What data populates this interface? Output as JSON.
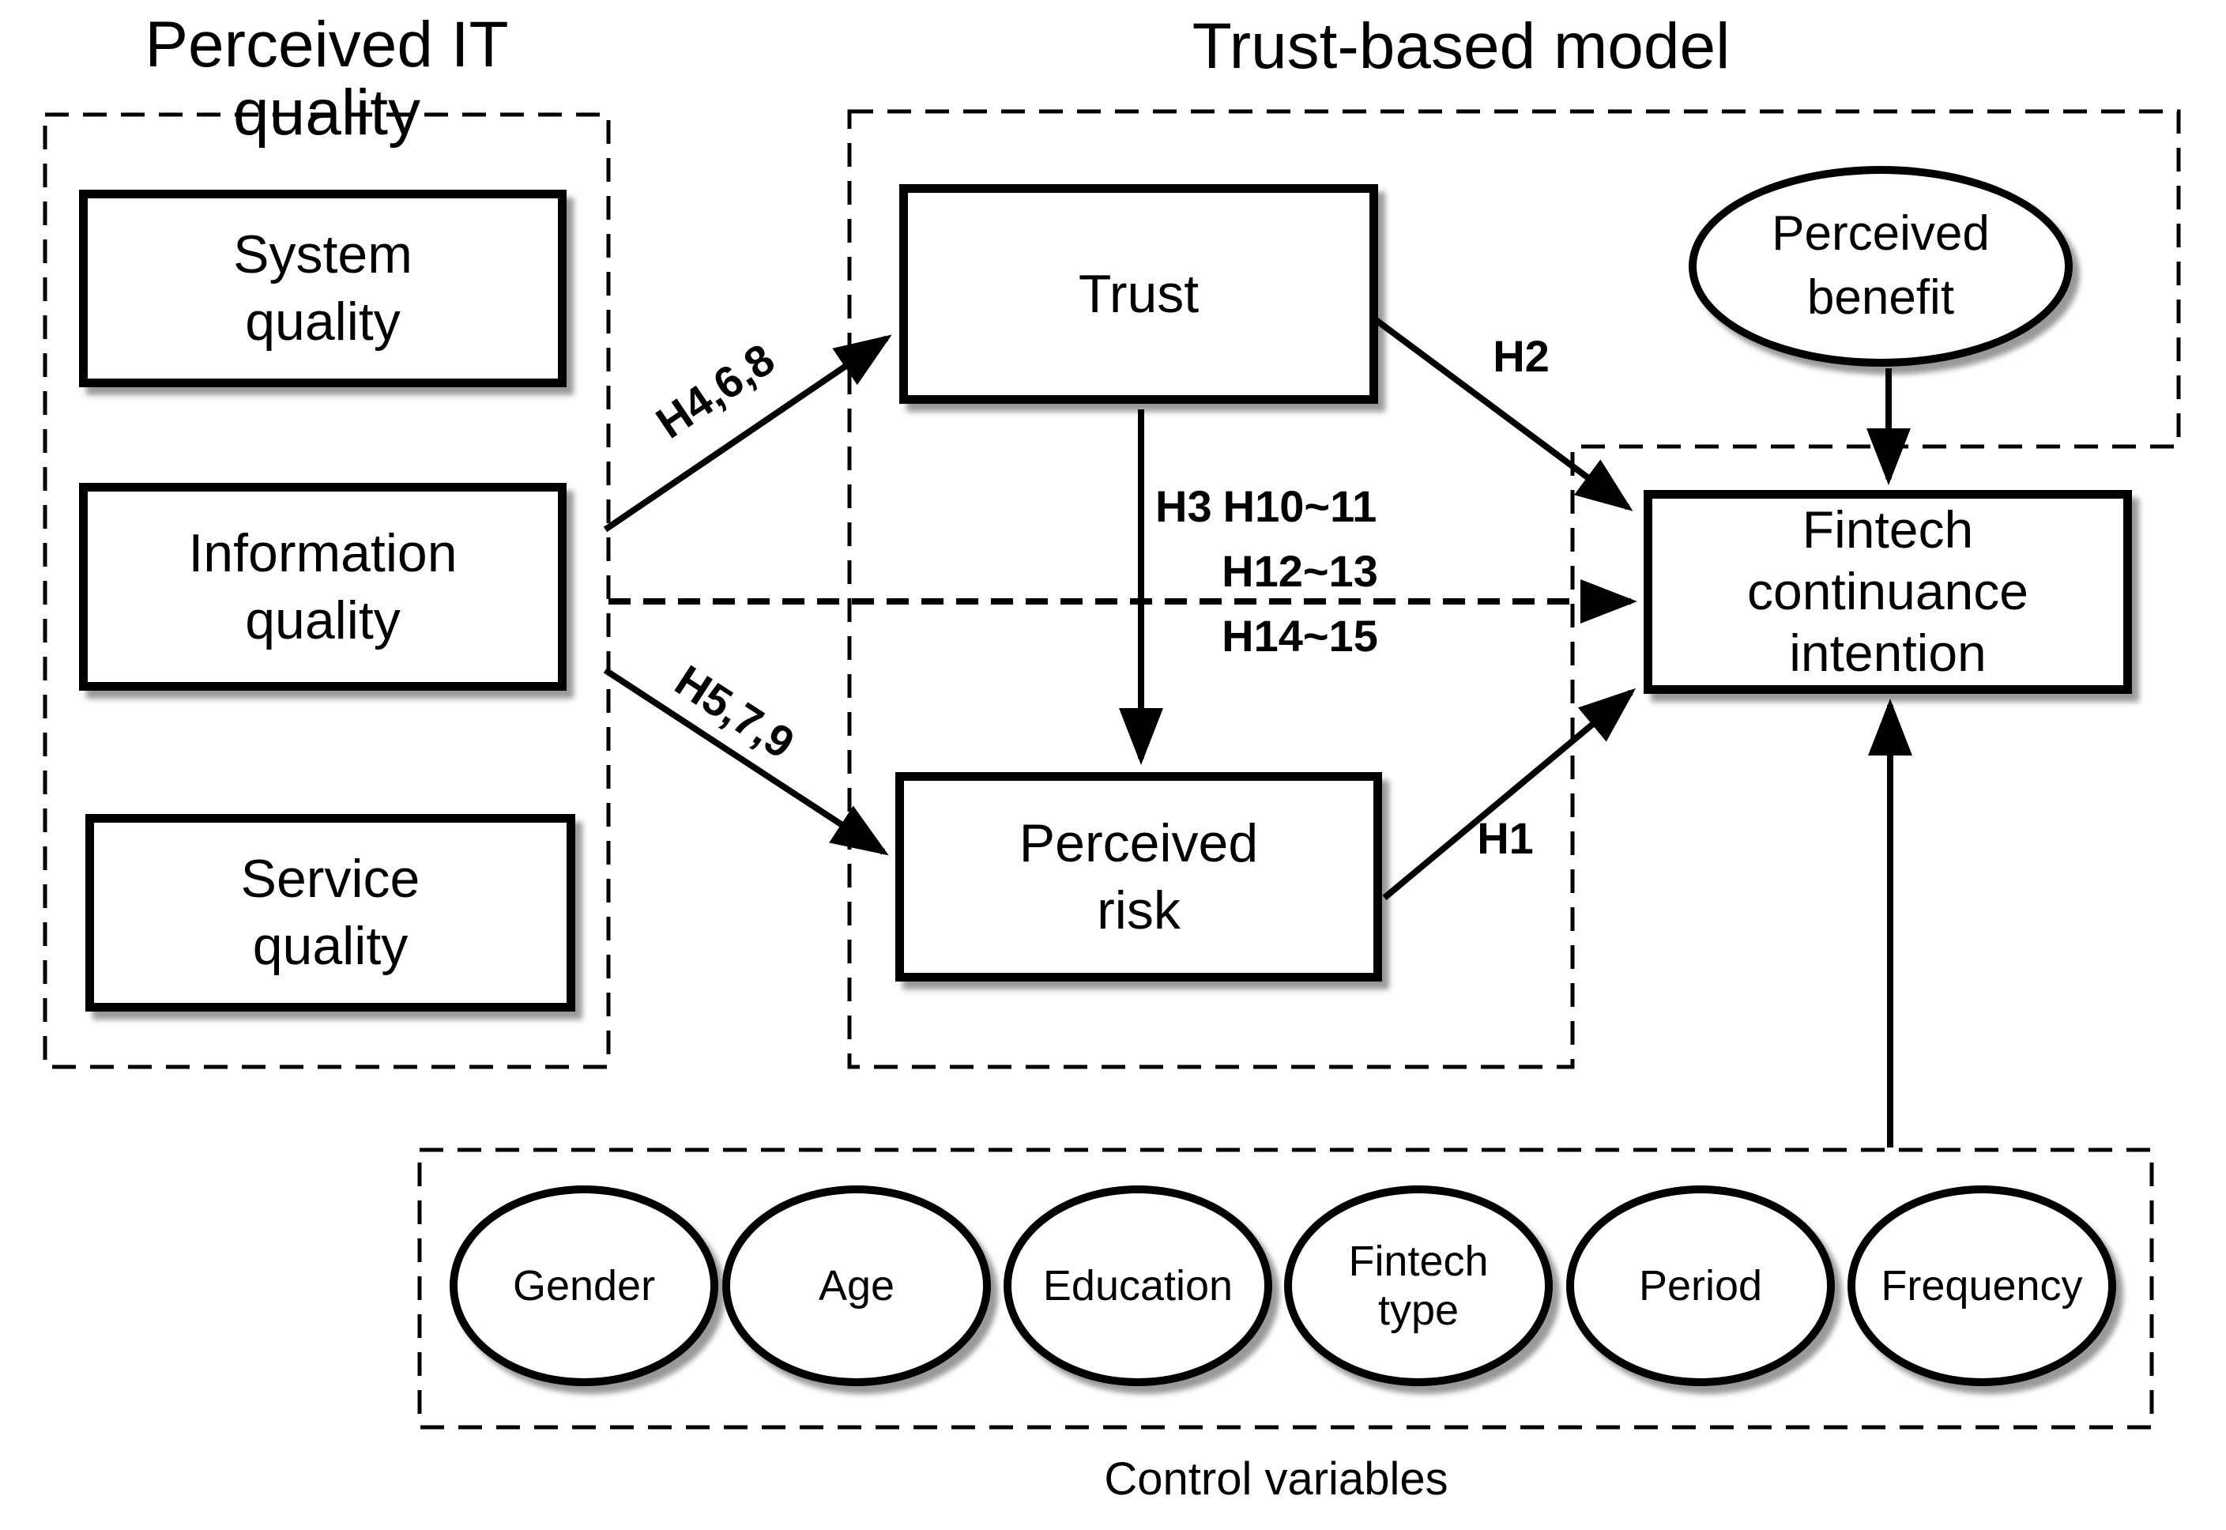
{
  "diagram": {
    "section_titles": {
      "left": "Perceived IT quality",
      "right": "Trust-based model",
      "bottom_caption": "Control variables"
    },
    "nodes": {
      "system_quality": "System\nquality",
      "information_quality": "Information\nquality",
      "service_quality": "Service\nquality",
      "trust": "Trust",
      "perceived_risk": "Perceived\nrisk",
      "perceived_benefit": "Perceived\nbenefit",
      "fintech_continuance_intention": "Fintech\ncontinuance\nintention"
    },
    "control_variables": [
      "Gender",
      "Age",
      "Education",
      "Fintech\ntype",
      "Period",
      "Frequency"
    ],
    "hypothesis_labels": {
      "h1": "H1",
      "h2": "H2",
      "h3": "H3",
      "h4_6_8": "H4,6,8",
      "h5_7_9": "H5,7,9",
      "h10_11": "H10~11",
      "h12_13": "H12~13",
      "h14_15": "H14~15"
    },
    "colors": {
      "stroke": "#000000",
      "background": "#ffffff",
      "shadow": "rgba(0,0,0,0.40)"
    }
  }
}
